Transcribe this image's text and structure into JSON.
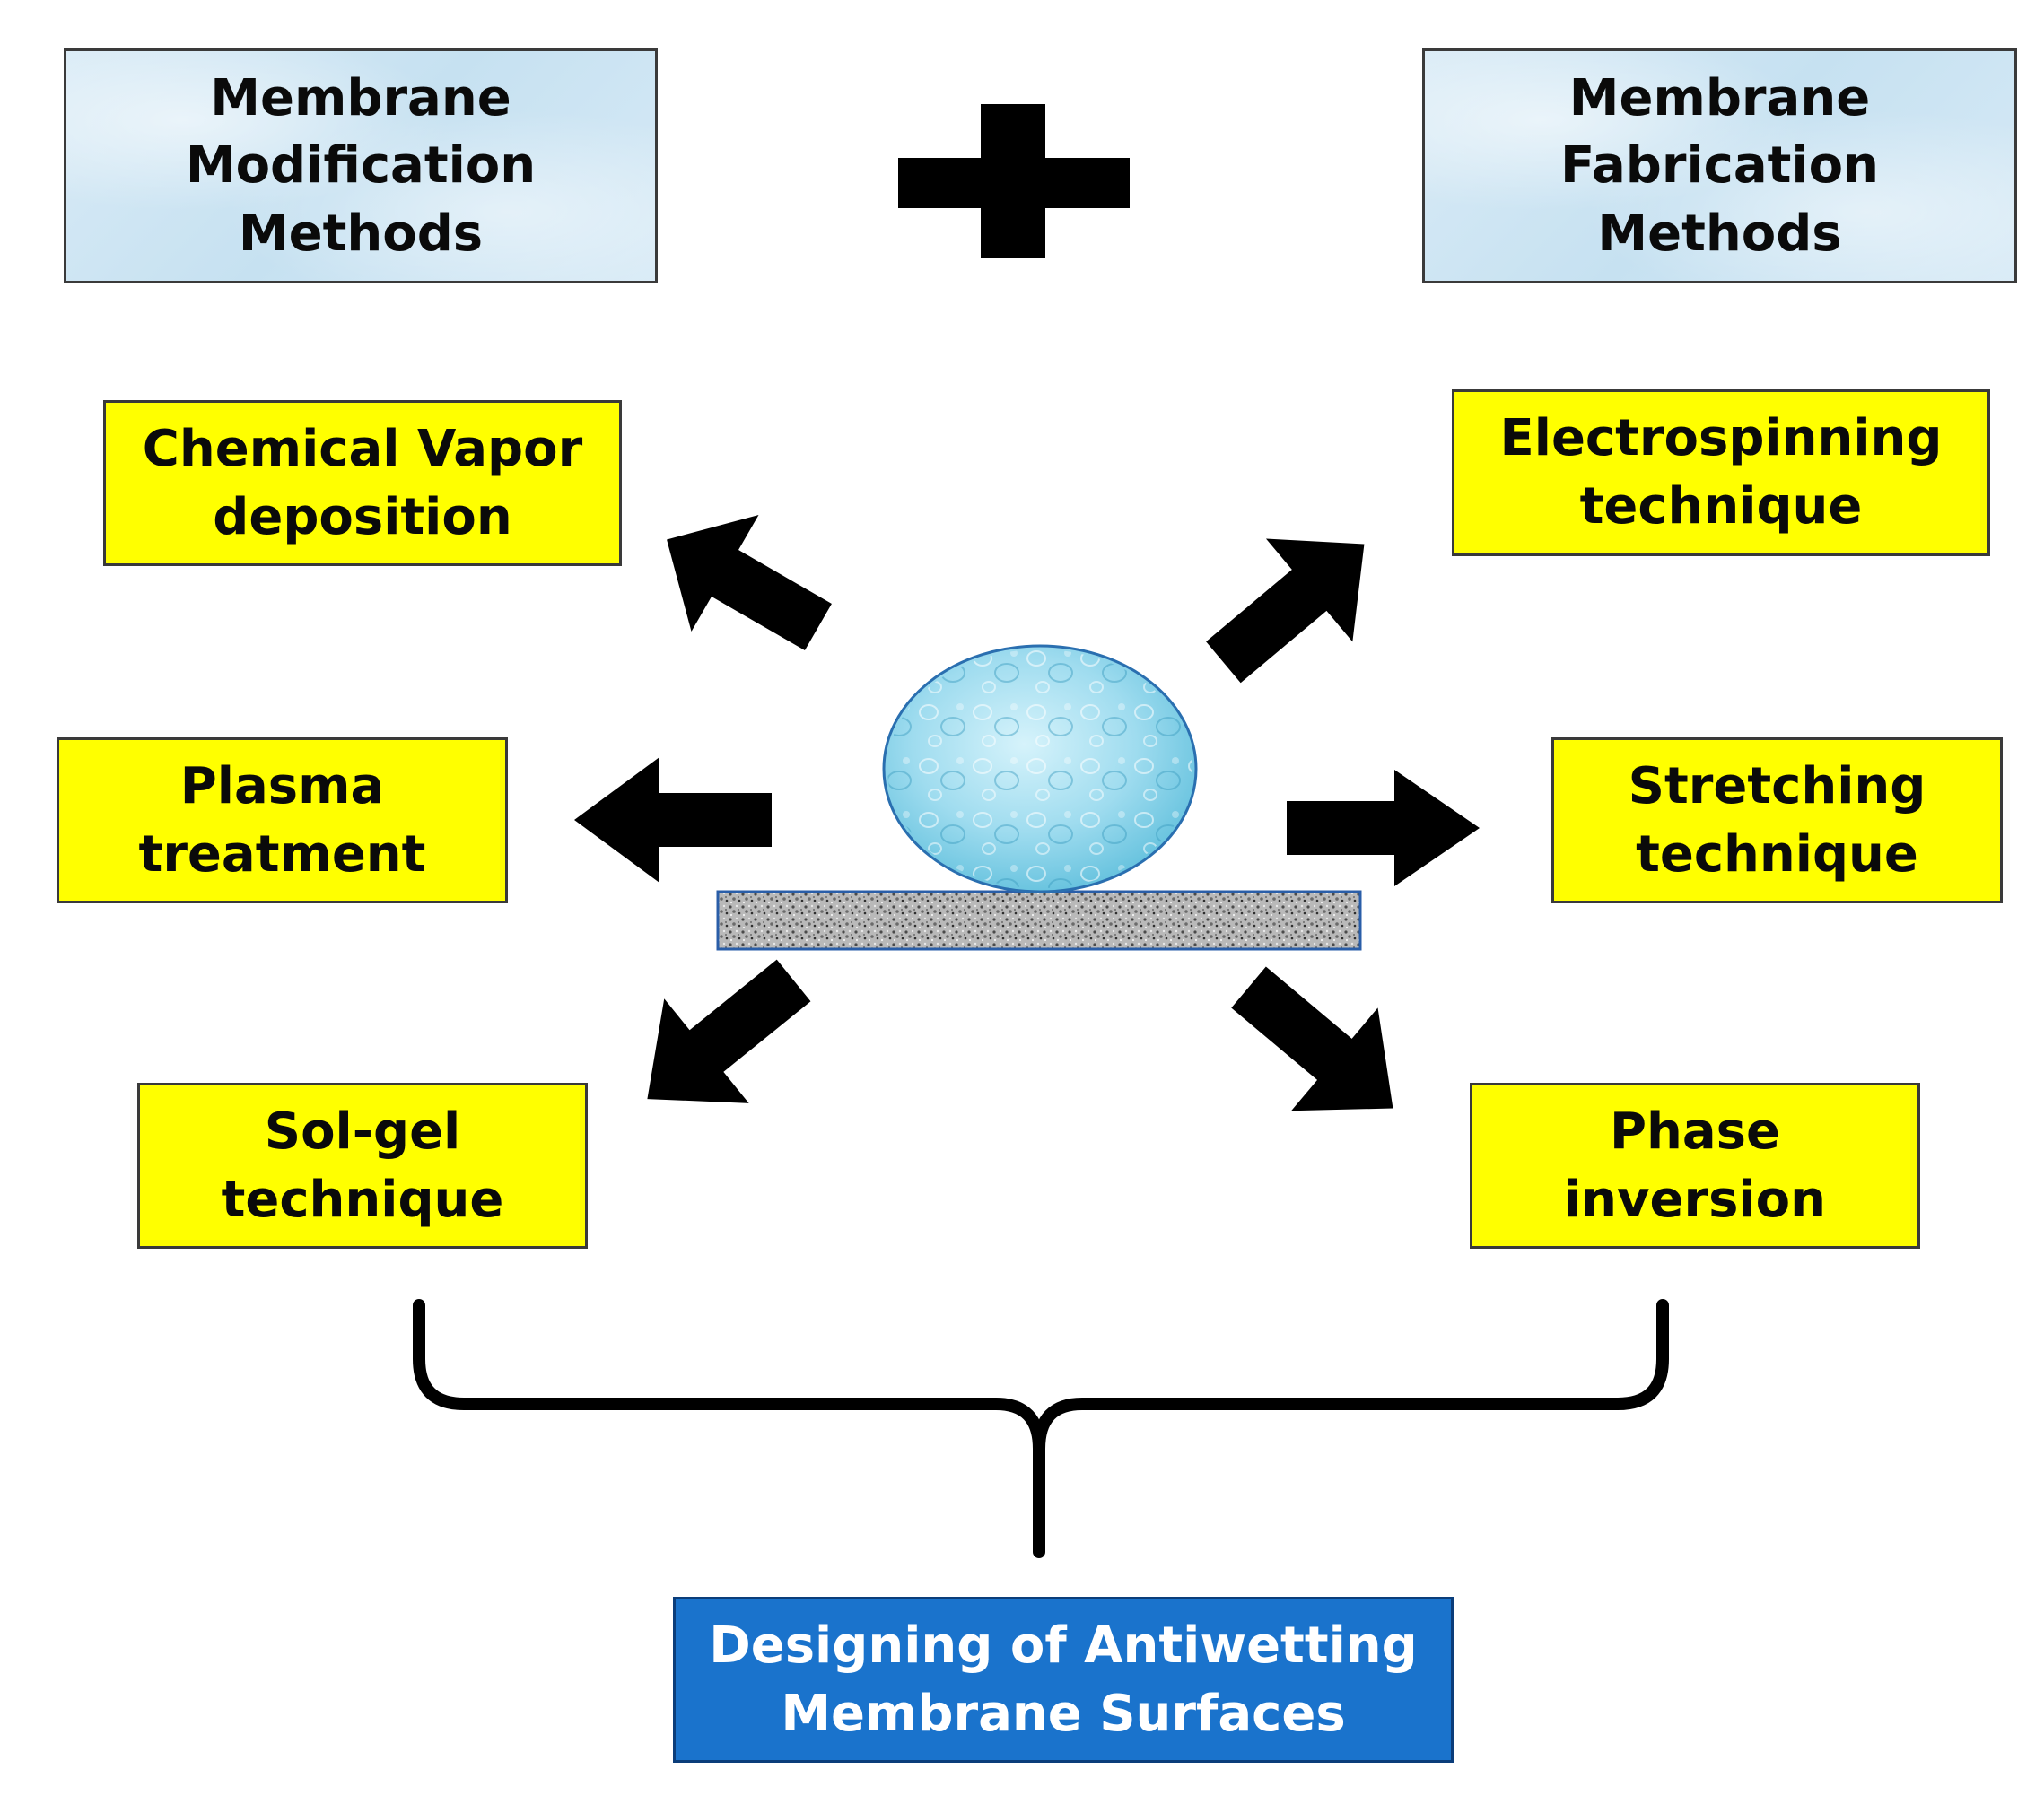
{
  "headers": {
    "modification": "Membrane\nModification\nMethods",
    "fabrication": "Membrane\nFabrication\nMethods"
  },
  "modification_methods": [
    "Chemical Vapor\ndeposition",
    "Plasma\ntreatment",
    "Sol-gel\ntechnique"
  ],
  "fabrication_methods": [
    "Electrospinning\ntechnique",
    "Stretching\ntechnique",
    "Phase\ninversion"
  ],
  "result": "Designing of Antiwetting\nMembrane Surfaces",
  "colors": {
    "method_box": "#ffff00",
    "result_box": "#1a73cc",
    "header_box": "#cfe5f3",
    "droplet": "#8fd3ec",
    "arrow": "#000000"
  },
  "icons": [
    "plus-icon",
    "water-droplet-icon",
    "membrane-substrate-icon",
    "arrow-icon",
    "curly-brace-icon"
  ]
}
